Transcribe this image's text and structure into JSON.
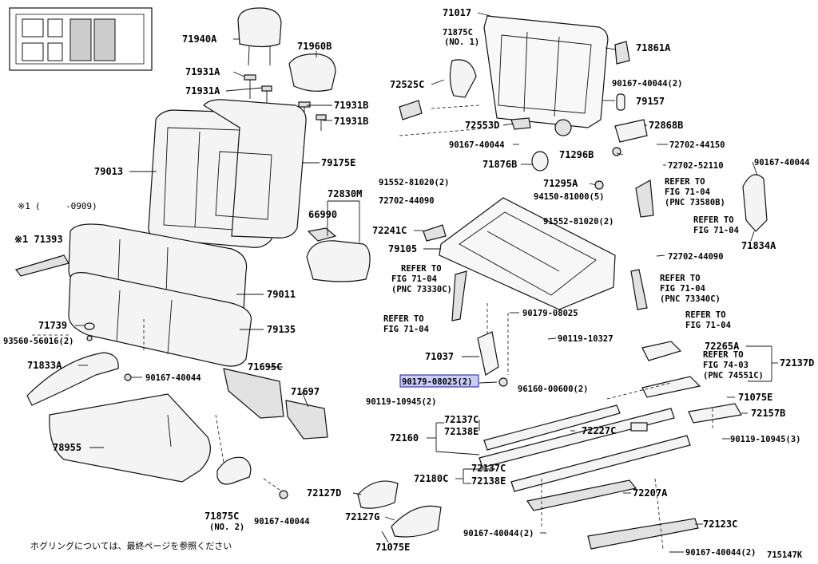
{
  "diagram_id": "715147K",
  "footnote": "ホグリングについては、最終ページを参照ください",
  "variant_note": {
    "marker": "※1",
    "range_open": "(",
    "range_value": "-0909)"
  },
  "callouts": [
    {
      "key": "c71940A",
      "text": "71940A"
    },
    {
      "key": "c71960B",
      "text": "71960B"
    },
    {
      "key": "c71931A_1",
      "text": "71931A"
    },
    {
      "key": "c71931A_2",
      "text": "71931A"
    },
    {
      "key": "c71931B_1",
      "text": "71931B"
    },
    {
      "key": "c71931B_2",
      "text": "71931B"
    },
    {
      "key": "c79013",
      "text": "79013"
    },
    {
      "key": "c79175E",
      "text": "79175E"
    },
    {
      "key": "c72830M",
      "text": "72830M"
    },
    {
      "key": "c66990",
      "text": "66990"
    },
    {
      "key": "c71393",
      "text": "※1 71393"
    },
    {
      "key": "c79011",
      "text": "79011"
    },
    {
      "key": "c71739",
      "text": "71739"
    },
    {
      "key": "c93560",
      "text": "93560-56016(2)"
    },
    {
      "key": "c79135",
      "text": "79135"
    },
    {
      "key": "c71833A",
      "text": "71833A"
    },
    {
      "key": "c90167_a",
      "text": "90167-40044"
    },
    {
      "key": "c71695C",
      "text": "71695C"
    },
    {
      "key": "c71697",
      "text": "71697"
    },
    {
      "key": "c78955",
      "text": "78955"
    },
    {
      "key": "c71875C2",
      "text": "71875C"
    },
    {
      "key": "c71875C2n",
      "text": "(NO. 2)"
    },
    {
      "key": "c90167_b",
      "text": "90167-40044"
    },
    {
      "key": "c71017",
      "text": "71017"
    },
    {
      "key": "c71875C1",
      "text": "71875C"
    },
    {
      "key": "c71875C1n",
      "text": "(NO. 1)"
    },
    {
      "key": "c71861A",
      "text": "71861A"
    },
    {
      "key": "c90167_c",
      "text": "90167-40044(2)"
    },
    {
      "key": "c79157",
      "text": "79157"
    },
    {
      "key": "c72525C",
      "text": "72525C"
    },
    {
      "key": "c72553D",
      "text": "72553D"
    },
    {
      "key": "c72868B",
      "text": "72868B"
    },
    {
      "key": "c90167_d",
      "text": "90167-40044"
    },
    {
      "key": "c72702_44150",
      "text": "72702-44150"
    },
    {
      "key": "c71876B",
      "text": "71876B"
    },
    {
      "key": "c71296B",
      "text": "71296B"
    },
    {
      "key": "c72702_52110",
      "text": "72702-52110"
    },
    {
      "key": "c71295A",
      "text": "71295A"
    },
    {
      "key": "c91552_1",
      "text": "91552-81020(2)"
    },
    {
      "key": "c72702_44090a",
      "text": "72702-44090"
    },
    {
      "key": "c94150",
      "text": "94150-81000(5)"
    },
    {
      "key": "c72241C",
      "text": "72241C"
    },
    {
      "key": "c91552_2",
      "text": "91552-81020(2)"
    },
    {
      "key": "c79105",
      "text": "79105"
    },
    {
      "key": "c72702_44090b",
      "text": "72702-44090"
    },
    {
      "key": "c90167_e",
      "text": "90167-40044"
    },
    {
      "key": "c71834A",
      "text": "71834A"
    },
    {
      "key": "c90179_a",
      "text": "90179-08025"
    },
    {
      "key": "c90119_10327",
      "text": "90119-10327"
    },
    {
      "key": "c71037",
      "text": "71037"
    },
    {
      "key": "c90119_10945a",
      "text": "90119-10945(2)"
    },
    {
      "key": "c96160",
      "text": "96160-00600(2)"
    },
    {
      "key": "c72137C_a",
      "text": "72137C"
    },
    {
      "key": "c72138E_a",
      "text": "72138E"
    },
    {
      "key": "c72160",
      "text": "72160"
    },
    {
      "key": "c72227C",
      "text": "72227C"
    },
    {
      "key": "c72137C_b",
      "text": "72137C"
    },
    {
      "key": "c72180C",
      "text": "72180C"
    },
    {
      "key": "c72138E_b",
      "text": "72138E"
    },
    {
      "key": "c72127D",
      "text": "72127D"
    },
    {
      "key": "c72127G",
      "text": "72127G"
    },
    {
      "key": "c71075E_a",
      "text": "71075E"
    },
    {
      "key": "c90167_f",
      "text": "90167-40044(2)"
    },
    {
      "key": "c72207A",
      "text": "72207A"
    },
    {
      "key": "c72123C",
      "text": "72123C"
    },
    {
      "key": "c90167_g",
      "text": "90167-40044(2)"
    },
    {
      "key": "c72265A",
      "text": "72265A"
    },
    {
      "key": "c72137D",
      "text": "72137D"
    },
    {
      "key": "c71075E_b",
      "text": "71075E"
    },
    {
      "key": "c72157B",
      "text": "72157B"
    },
    {
      "key": "c90119_10945b",
      "text": "90119-10945(3)"
    }
  ],
  "highlighted_callout": {
    "text": "90179-08025(2)",
    "highlight_color": "#c9cdf5"
  },
  "refer_notes": [
    {
      "key": "r1",
      "lines": [
        "REFER TO",
        "FIG 71-04",
        "(PNC 73580B)"
      ]
    },
    {
      "key": "r2",
      "lines": [
        "REFER TO",
        "FIG 71-04"
      ]
    },
    {
      "key": "r3",
      "lines": [
        "REFER TO",
        "FIG 71-04",
        "(PNC 73330C)"
      ]
    },
    {
      "key": "r4",
      "lines": [
        "REFER TO",
        "FIG 71-04",
        "(PNC 73340C)"
      ]
    },
    {
      "key": "r5",
      "lines": [
        "REFER TO",
        "FIG 71-04"
      ]
    },
    {
      "key": "r6",
      "lines": [
        "REFER TO",
        "FIG 71-04"
      ]
    },
    {
      "key": "r7",
      "lines": [
        "REFER TO",
        "FIG 74-03",
        "(PNC 74551C)"
      ]
    }
  ]
}
